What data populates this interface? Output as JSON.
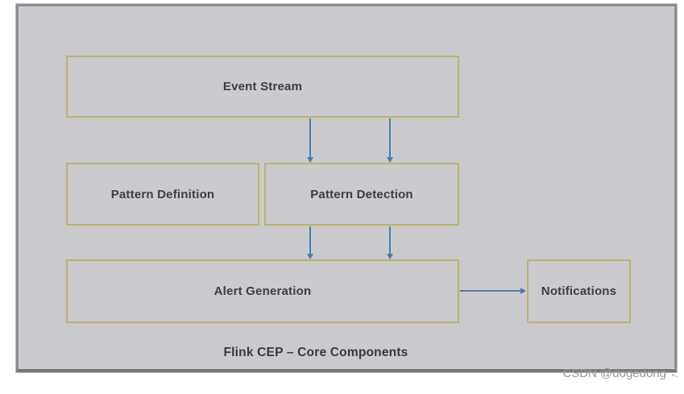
{
  "colors": {
    "page_bg": "#ffffff",
    "panel_bg": "#cacace",
    "panel_border": "#8b8b92",
    "box_border": "#bdb26c",
    "box_fill": "#cbcbcf",
    "arrow": "#4a7da6",
    "label_text": "#3e3e40",
    "caption_text": "#39393b",
    "watermark_text": "#97989c"
  },
  "diagram": {
    "title": "Flink CEP – Core Components",
    "nodes": [
      {
        "id": "event-stream",
        "label": "Event Stream"
      },
      {
        "id": "pattern-definition",
        "label": "Pattern Definition"
      },
      {
        "id": "pattern-detection",
        "label": "Pattern Detection"
      },
      {
        "id": "alert-generation",
        "label": "Alert Generation"
      },
      {
        "id": "notifications",
        "label": "Notifications"
      }
    ],
    "edges": [
      {
        "from": "event-stream",
        "to": "pattern-detection",
        "style": "vertical-arrow-left"
      },
      {
        "from": "event-stream",
        "to": "pattern-detection",
        "style": "vertical-arrow-right"
      },
      {
        "from": "pattern-detection",
        "to": "alert-generation",
        "style": "vertical-arrow-left"
      },
      {
        "from": "pattern-detection",
        "to": "alert-generation",
        "style": "vertical-arrow-right"
      },
      {
        "from": "alert-generation",
        "to": "notifications",
        "style": "horizontal-arrow"
      }
    ]
  },
  "watermark": {
    "text": "CSDN @dogedong",
    "arrow_glyph": "←"
  }
}
